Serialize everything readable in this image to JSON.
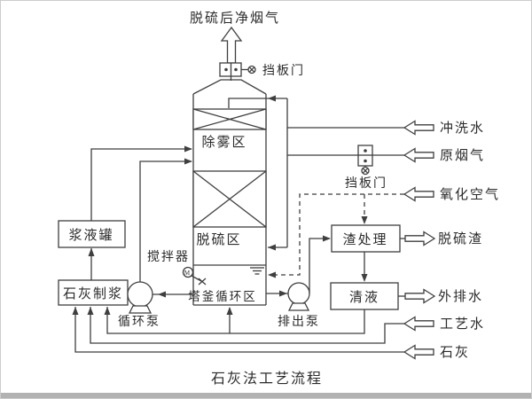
{
  "diagram": {
    "caption": "石灰法工艺流程",
    "colors": {
      "line": "#3f3f3f",
      "text": "#2b2b2b",
      "background": "#ffffff",
      "border": "#cccccc",
      "bottom_bar": "#b2b2b2"
    },
    "tower": {
      "demister_zone": "除雾区",
      "desulfurization_zone": "脱硫区",
      "sump_zone": "塔釜循环区"
    },
    "equipment": {
      "top_damper": "挡板门",
      "inlet_damper": "挡板门",
      "agitator": "搅拌器",
      "agitator_motor": "M",
      "slurry_tank": "浆液罐",
      "lime_prep": "石灰制浆",
      "circulation_pump": "循环泵",
      "discharge_pump": "排出泵",
      "slag_treatment": "渣处理",
      "clear_liquid": "清液"
    },
    "streams": {
      "clean_gas": "脱硫后净烟气",
      "flush_water": "冲洗水",
      "raw_gas": "原烟气",
      "oxidation_air": "氧化空气",
      "slag": "脱硫渣",
      "drain": "外排水",
      "process_water": "工艺水",
      "lime": "石灰"
    }
  }
}
